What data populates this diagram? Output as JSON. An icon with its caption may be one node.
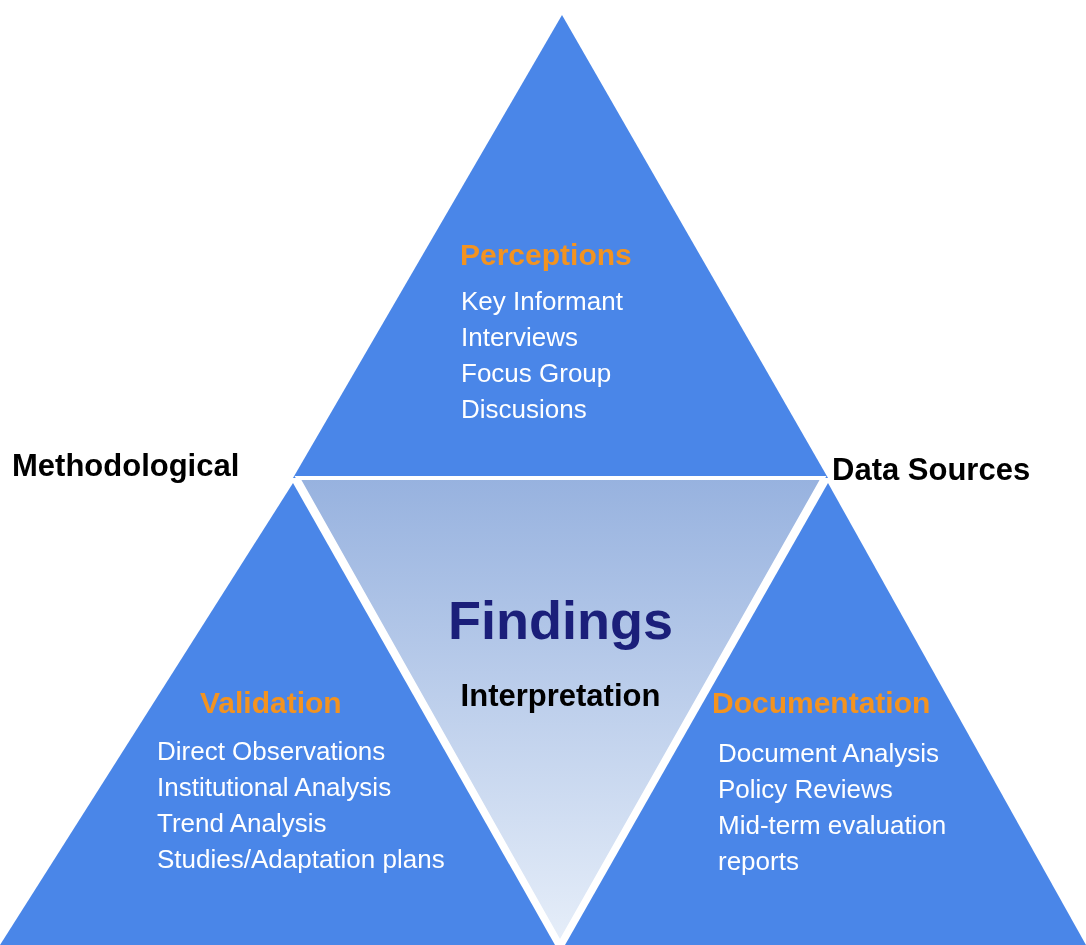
{
  "diagram": {
    "nodes": [
      {
        "text": [
          "Perceptions",
          "Key Informant Interviews",
          "Focus Group Discusions"
        ]
      },
      {
        "text": [
          "Validation",
          "Direct Observations",
          "Institutional Analysis",
          "Trend Analysis",
          "Studies/Adaptation plans"
        ]
      },
      {
        "text": [
          "Documentation",
          "Document Analysis",
          "Policy Reviews",
          "Mid-term evaluation reports"
        ]
      },
      {
        "text": [
          "Findings",
          "Interpretation"
        ]
      }
    ],
    "edges": [],
    "labels": [
      "Methodological",
      "Data Sources"
    ]
  }
}
